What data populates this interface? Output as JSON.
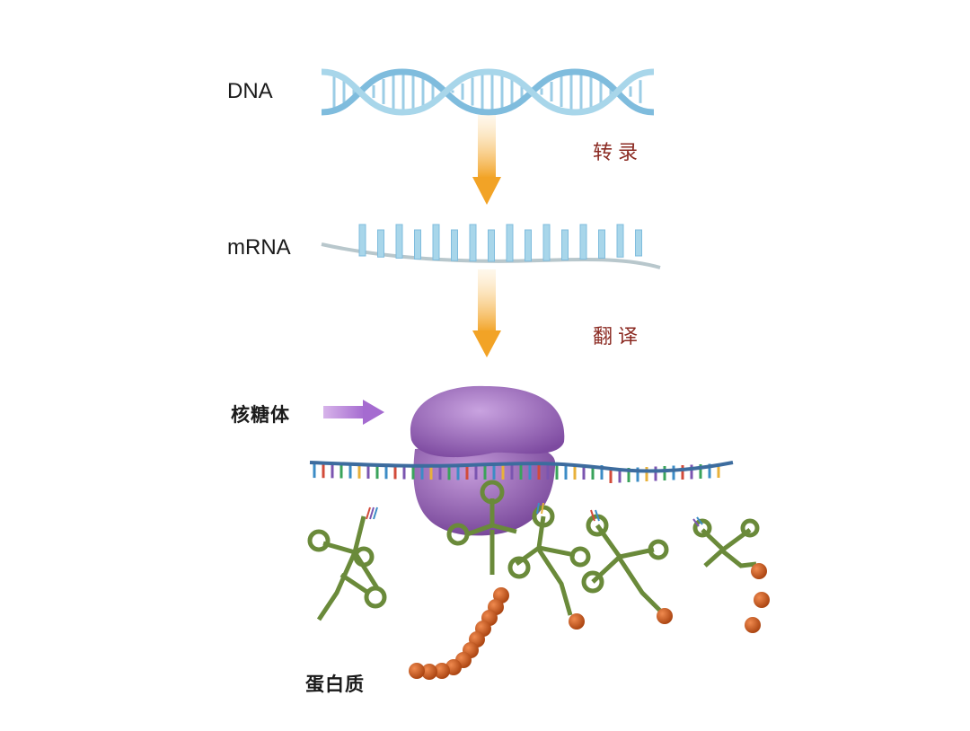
{
  "labels": {
    "dna": "DNA",
    "mrna": "mRNA",
    "transcription": "转录",
    "translation": "翻译",
    "ribosome": "核糖体",
    "protein": "蛋白质"
  },
  "colors": {
    "helix_blue": "#a8d6ea",
    "arrow_orange": "#f2a326",
    "ribosome_purple": "#9c6bbf",
    "trna_green": "#6a8a3a",
    "amino_acid_orange": "#c9561f",
    "step_label_red": "#8b2a22"
  }
}
